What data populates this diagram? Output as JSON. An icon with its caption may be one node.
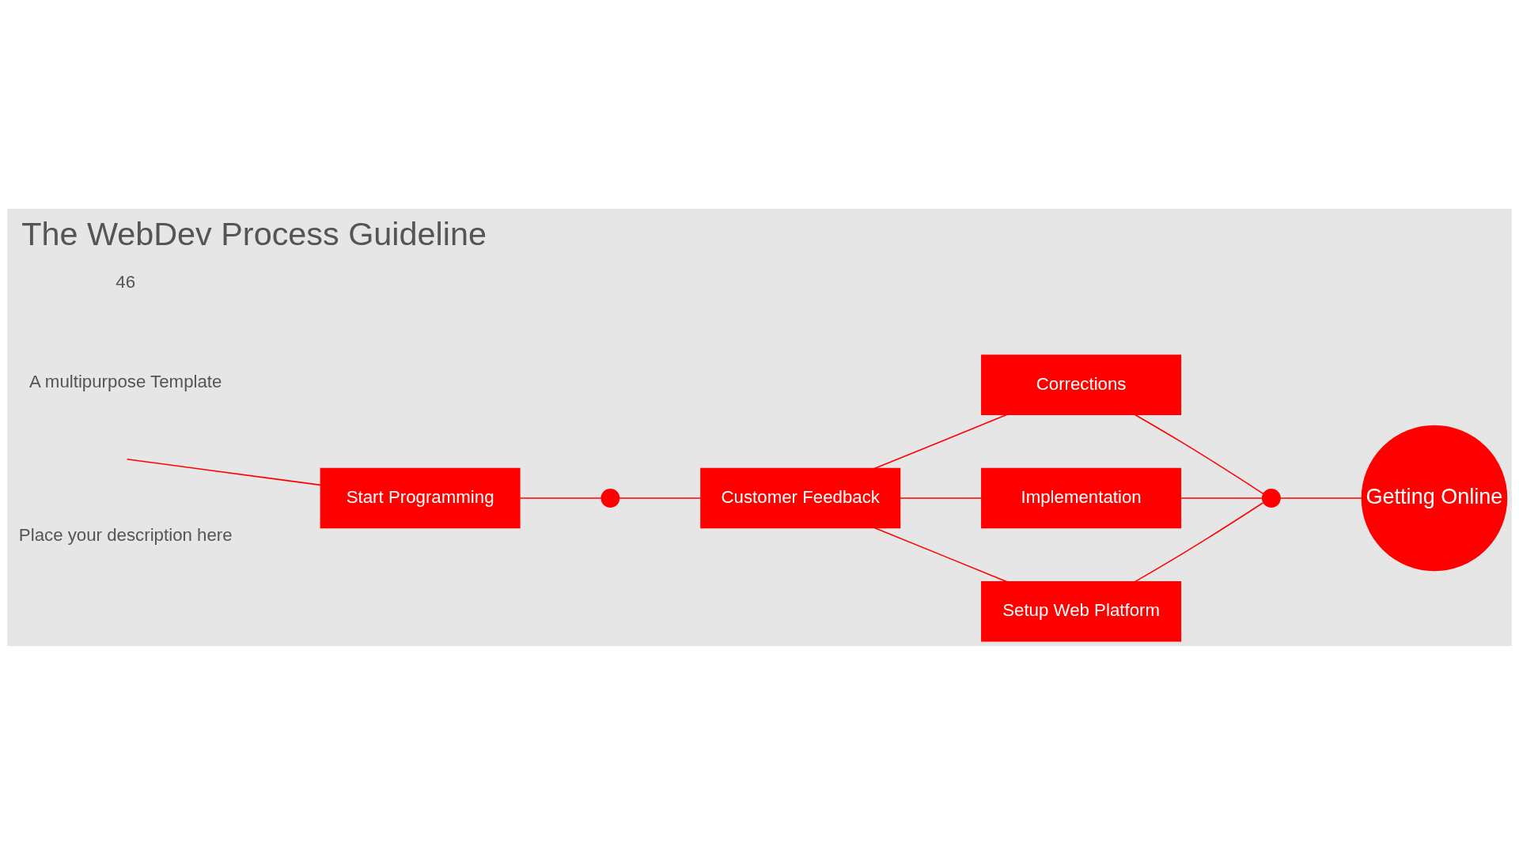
{
  "diagram": {
    "title": "The WebDev Process Guideline",
    "nodes": [
      {
        "text": [
          "Start Programming"
        ]
      },
      {
        "text": [],
        "shape": "circle"
      },
      {
        "text": [
          "Customer Feedback"
        ]
      },
      {
        "text": [
          "Corrections"
        ]
      },
      {
        "text": [
          "Implementation"
        ]
      },
      {
        "text": [
          "Setup Web Platform"
        ]
      },
      {
        "text": [],
        "shape": "circle"
      },
      {
        "text": [
          "Getting Online"
        ]
      }
    ],
    "edges": [
      {
        "from": null,
        "to": 0,
        "arrow": "none"
      },
      {
        "from": 0,
        "to": 1,
        "arrow": "none"
      },
      {
        "from": 1,
        "to": 2,
        "arrow": "none"
      },
      {
        "from": 2,
        "to": 3,
        "arrow": "none"
      },
      {
        "from": 2,
        "to": 4,
        "arrow": "none"
      },
      {
        "from": 2,
        "to": 5,
        "arrow": "none"
      },
      {
        "from": 3,
        "to": 6,
        "arrow": "none"
      },
      {
        "from": 4,
        "to": 6,
        "arrow": "none"
      },
      {
        "from": 5,
        "to": 6,
        "arrow": "none"
      },
      {
        "from": 6,
        "to": 7,
        "arrow": "none"
      }
    ],
    "labels": [
      "Place your description here",
      "A multipurpose Template",
      "46"
    ]
  }
}
